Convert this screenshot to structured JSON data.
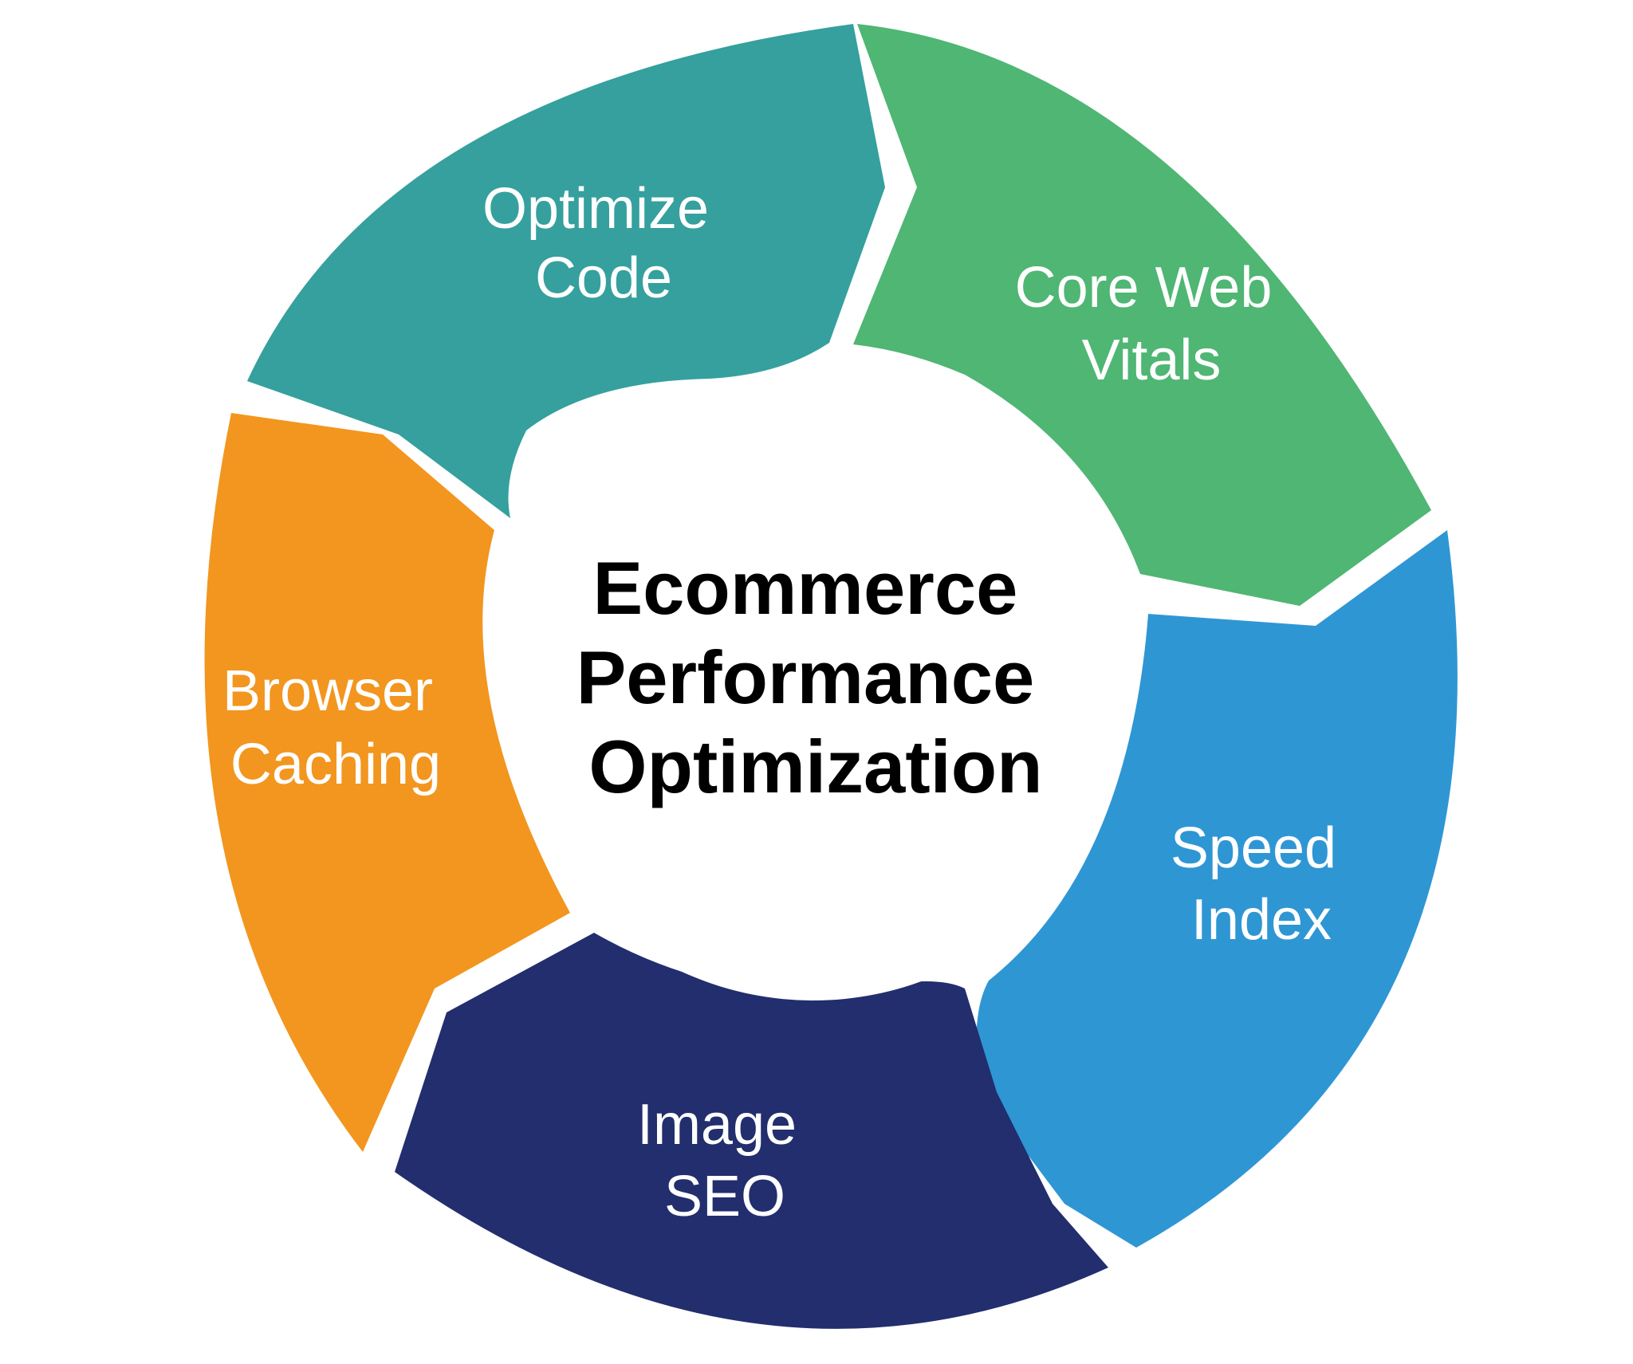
{
  "center": {
    "line1": "Ecommerce",
    "line2": "Performance",
    "line3": "Optimization"
  },
  "segments": [
    {
      "name": "optimize-code",
      "line1": "Optimize",
      "line2": "Code",
      "color": "#35a09e"
    },
    {
      "name": "core-web-vitals",
      "line1": "Core Web",
      "line2": "Vitals",
      "color": "#4fb673"
    },
    {
      "name": "speed-index",
      "line1": "Speed",
      "line2": "Index",
      "color": "#2f96d4"
    },
    {
      "name": "image-seo",
      "line1": "Image",
      "line2": "SEO",
      "color": "#222e6d"
    },
    {
      "name": "browser-caching",
      "line1": "Browser",
      "line2": "Caching",
      "color": "#f2961f"
    }
  ],
  "colors": {
    "background": "#ffffff",
    "center_fill": "#ffffff",
    "center_text": "#000000",
    "segment_text": "#ffffff"
  }
}
